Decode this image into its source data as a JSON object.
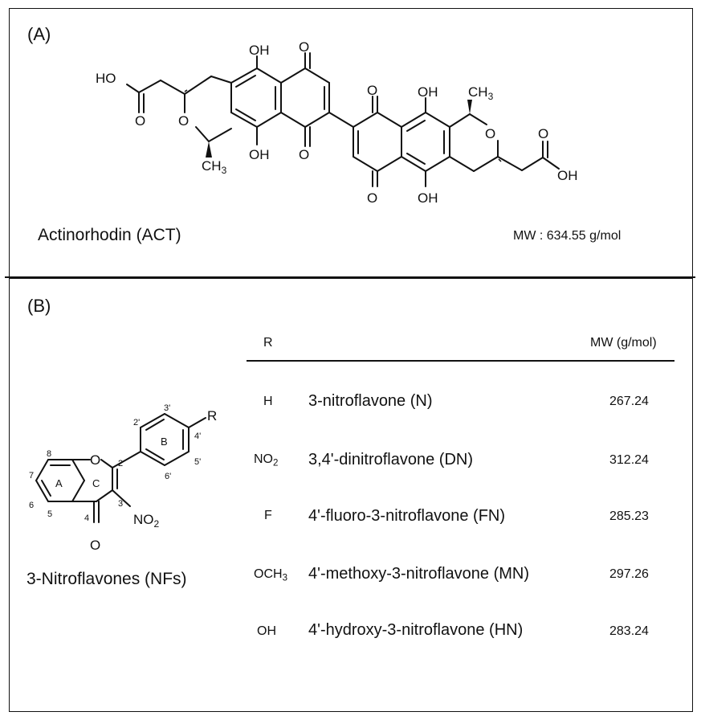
{
  "panel_a": {
    "label": "(A)",
    "compound": "Actinorhodin (ACT)",
    "mw": "MW : 634.55 g/mol",
    "atoms": {
      "oh": "OH",
      "ho": "HO",
      "o": "O",
      "ch3": "CH",
      "ch3_sub": "3"
    }
  },
  "panel_b": {
    "label": "(B)",
    "compound": "3-Nitroflavones (NFs)",
    "structure": {
      "r": "R",
      "o": "O",
      "no2": "NO",
      "no2_sub": "2",
      "ring_a": "A",
      "ring_b": "B",
      "ring_c": "C",
      "positions": [
        "8",
        "7",
        "6",
        "5",
        "4",
        "3",
        "2",
        "2'",
        "3'",
        "4'",
        "5'",
        "6'"
      ]
    },
    "table": {
      "col_r": "R",
      "col_mw": "MW (g/mol)",
      "rows": [
        {
          "r": "H",
          "r_sub": "",
          "name": "3-nitroflavone  (N)",
          "mw": "267.24"
        },
        {
          "r": "NO",
          "r_sub": "2",
          "name": "3,4'-dinitroflavone  (DN)",
          "mw": "312.24"
        },
        {
          "r": "F",
          "r_sub": "",
          "name": "4'-fluoro-3-nitroflavone  (FN)",
          "mw": "285.23"
        },
        {
          "r": "OCH",
          "r_sub": "3",
          "name": "4'-methoxy-3-nitroflavone  (MN)",
          "mw": "297.26"
        },
        {
          "r": "OH",
          "r_sub": "",
          "name": "4'-hydroxy-3-nitroflavone  (HN)",
          "mw": "283.24"
        }
      ]
    }
  }
}
